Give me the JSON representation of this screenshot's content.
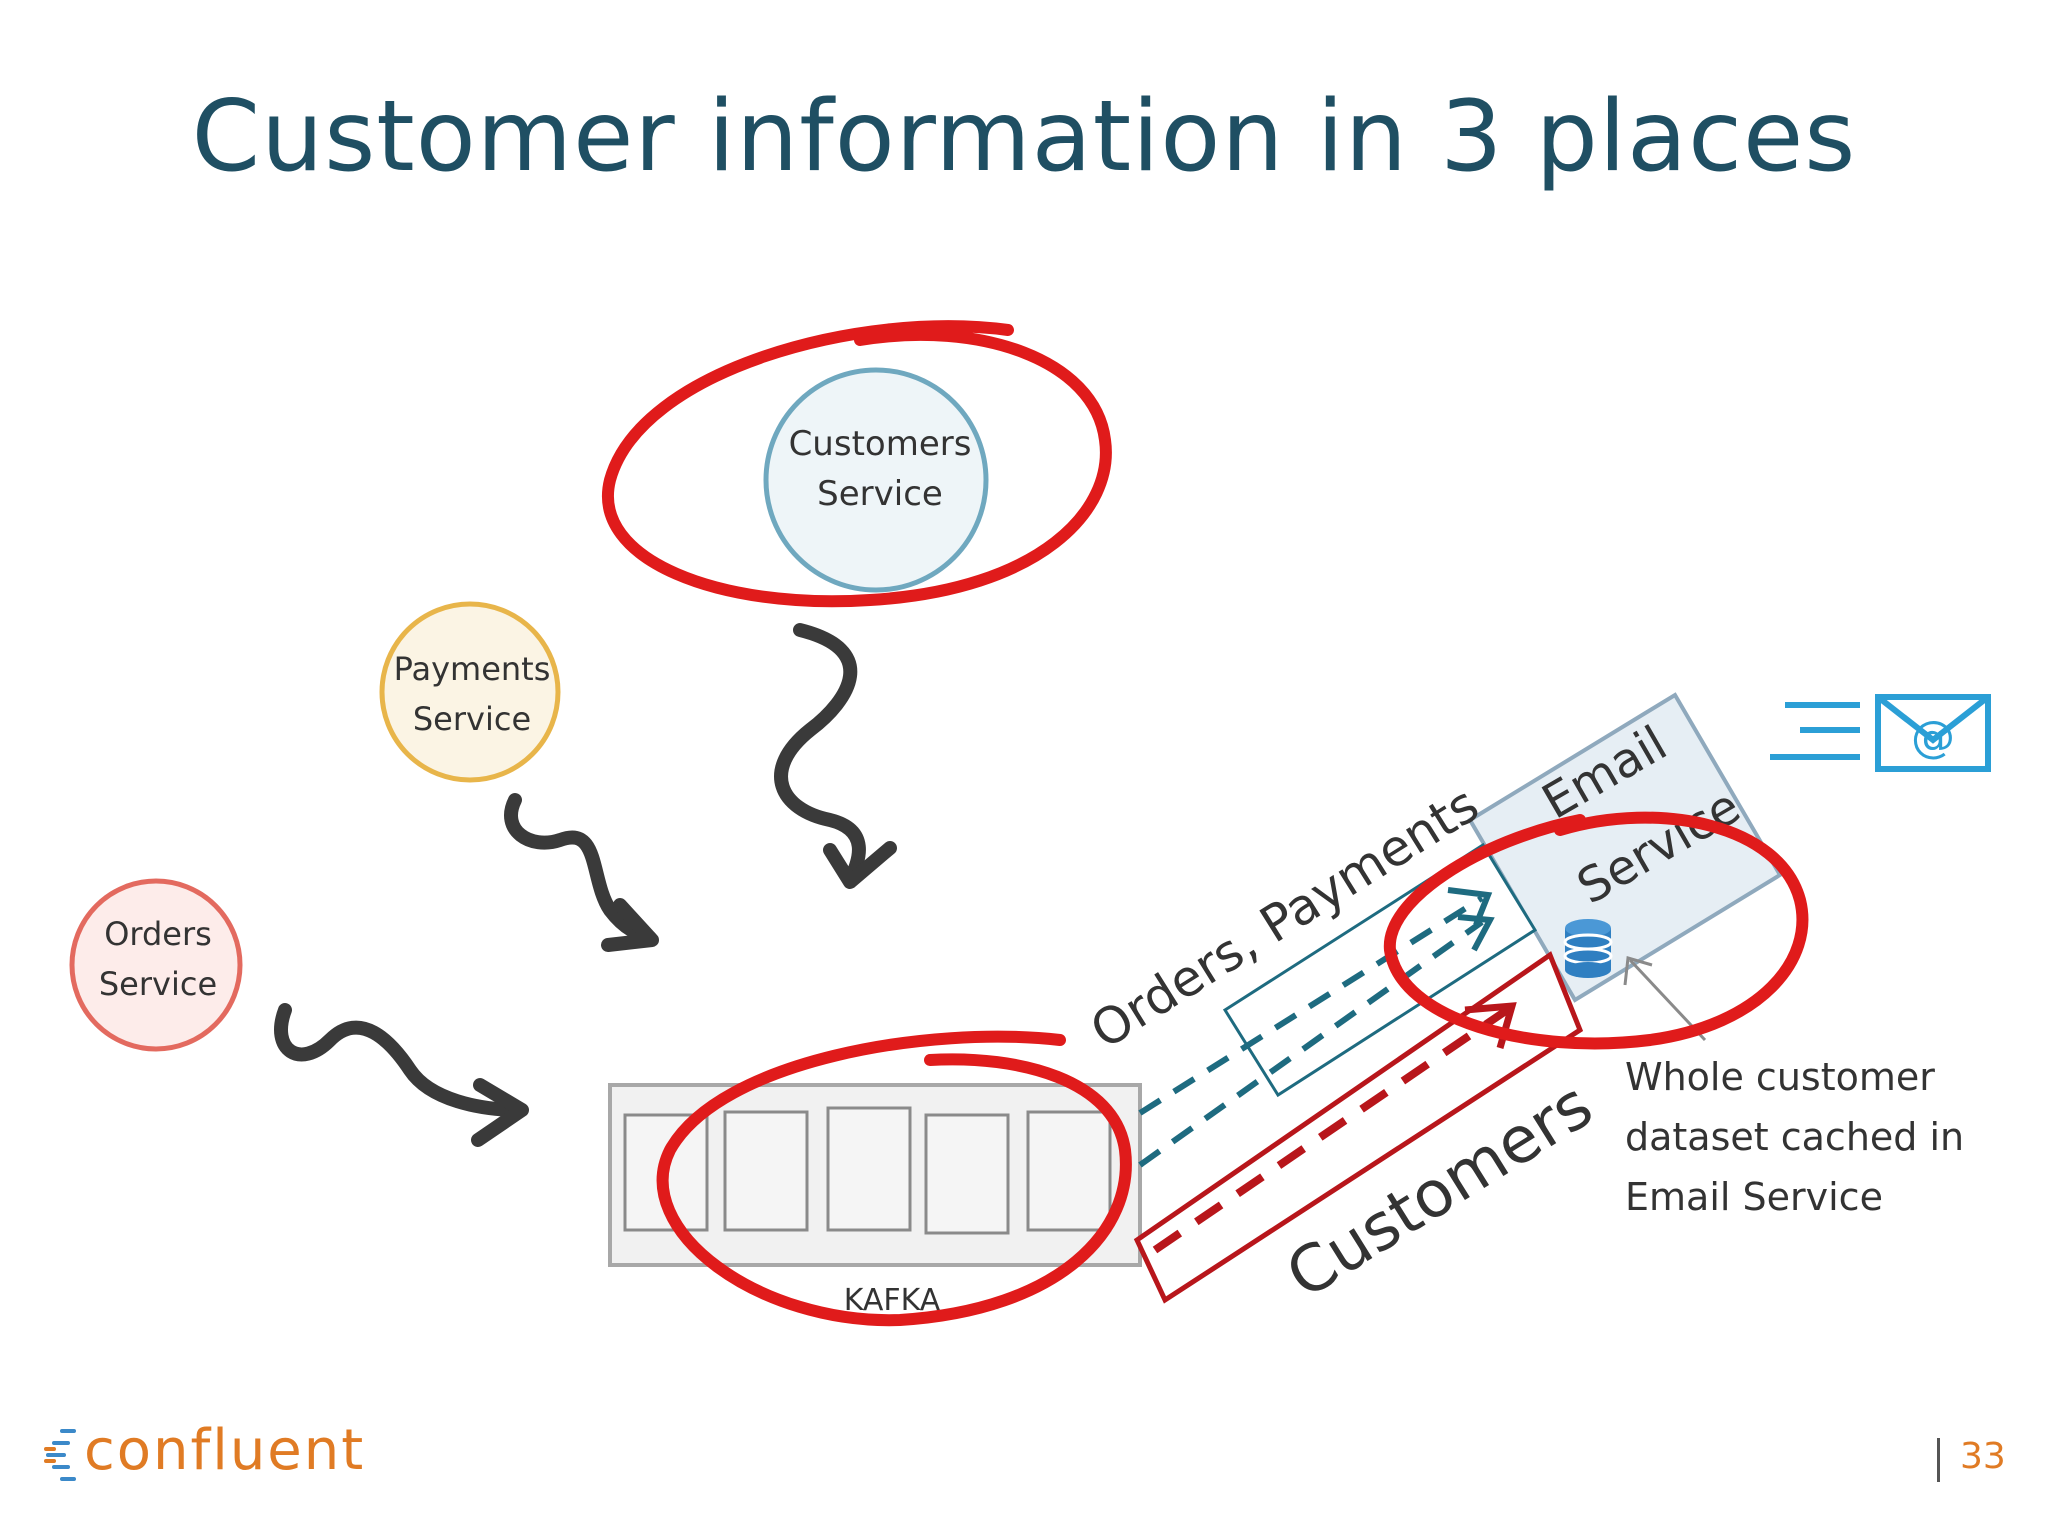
{
  "slide": {
    "title": "Customer information in 3 places",
    "page_number": "33"
  },
  "services": {
    "customers": {
      "line1": "Customers",
      "line2": "Service"
    },
    "payments": {
      "line1": "Payments",
      "line2": "Service"
    },
    "orders": {
      "line1": "Orders",
      "line2": "Service"
    },
    "email": {
      "line1": "Email",
      "line2": "Service"
    }
  },
  "kafka_label": "KAFKA",
  "streams": {
    "orders_payments": "Orders, Payments",
    "customers": "Customers"
  },
  "annotation": {
    "line1": "Whole customer",
    "line2": "dataset cached in",
    "line3": "Email Service"
  },
  "logo": {
    "text": "confluent"
  },
  "colors": {
    "title": "#1f4f63",
    "highlight_red": "#e01b1b",
    "customers_blue": "#6fa8bf",
    "payments_yellow": "#e8b54a",
    "orders_red": "#e36a5f",
    "stream_teal": "#1e6b80",
    "stream_darkred": "#b8161b",
    "email_icon_blue": "#2b9fd6",
    "brand_orange": "#e07b24"
  },
  "icons": [
    "email-at-icon",
    "database-icon",
    "confluent-logo-icon"
  ]
}
